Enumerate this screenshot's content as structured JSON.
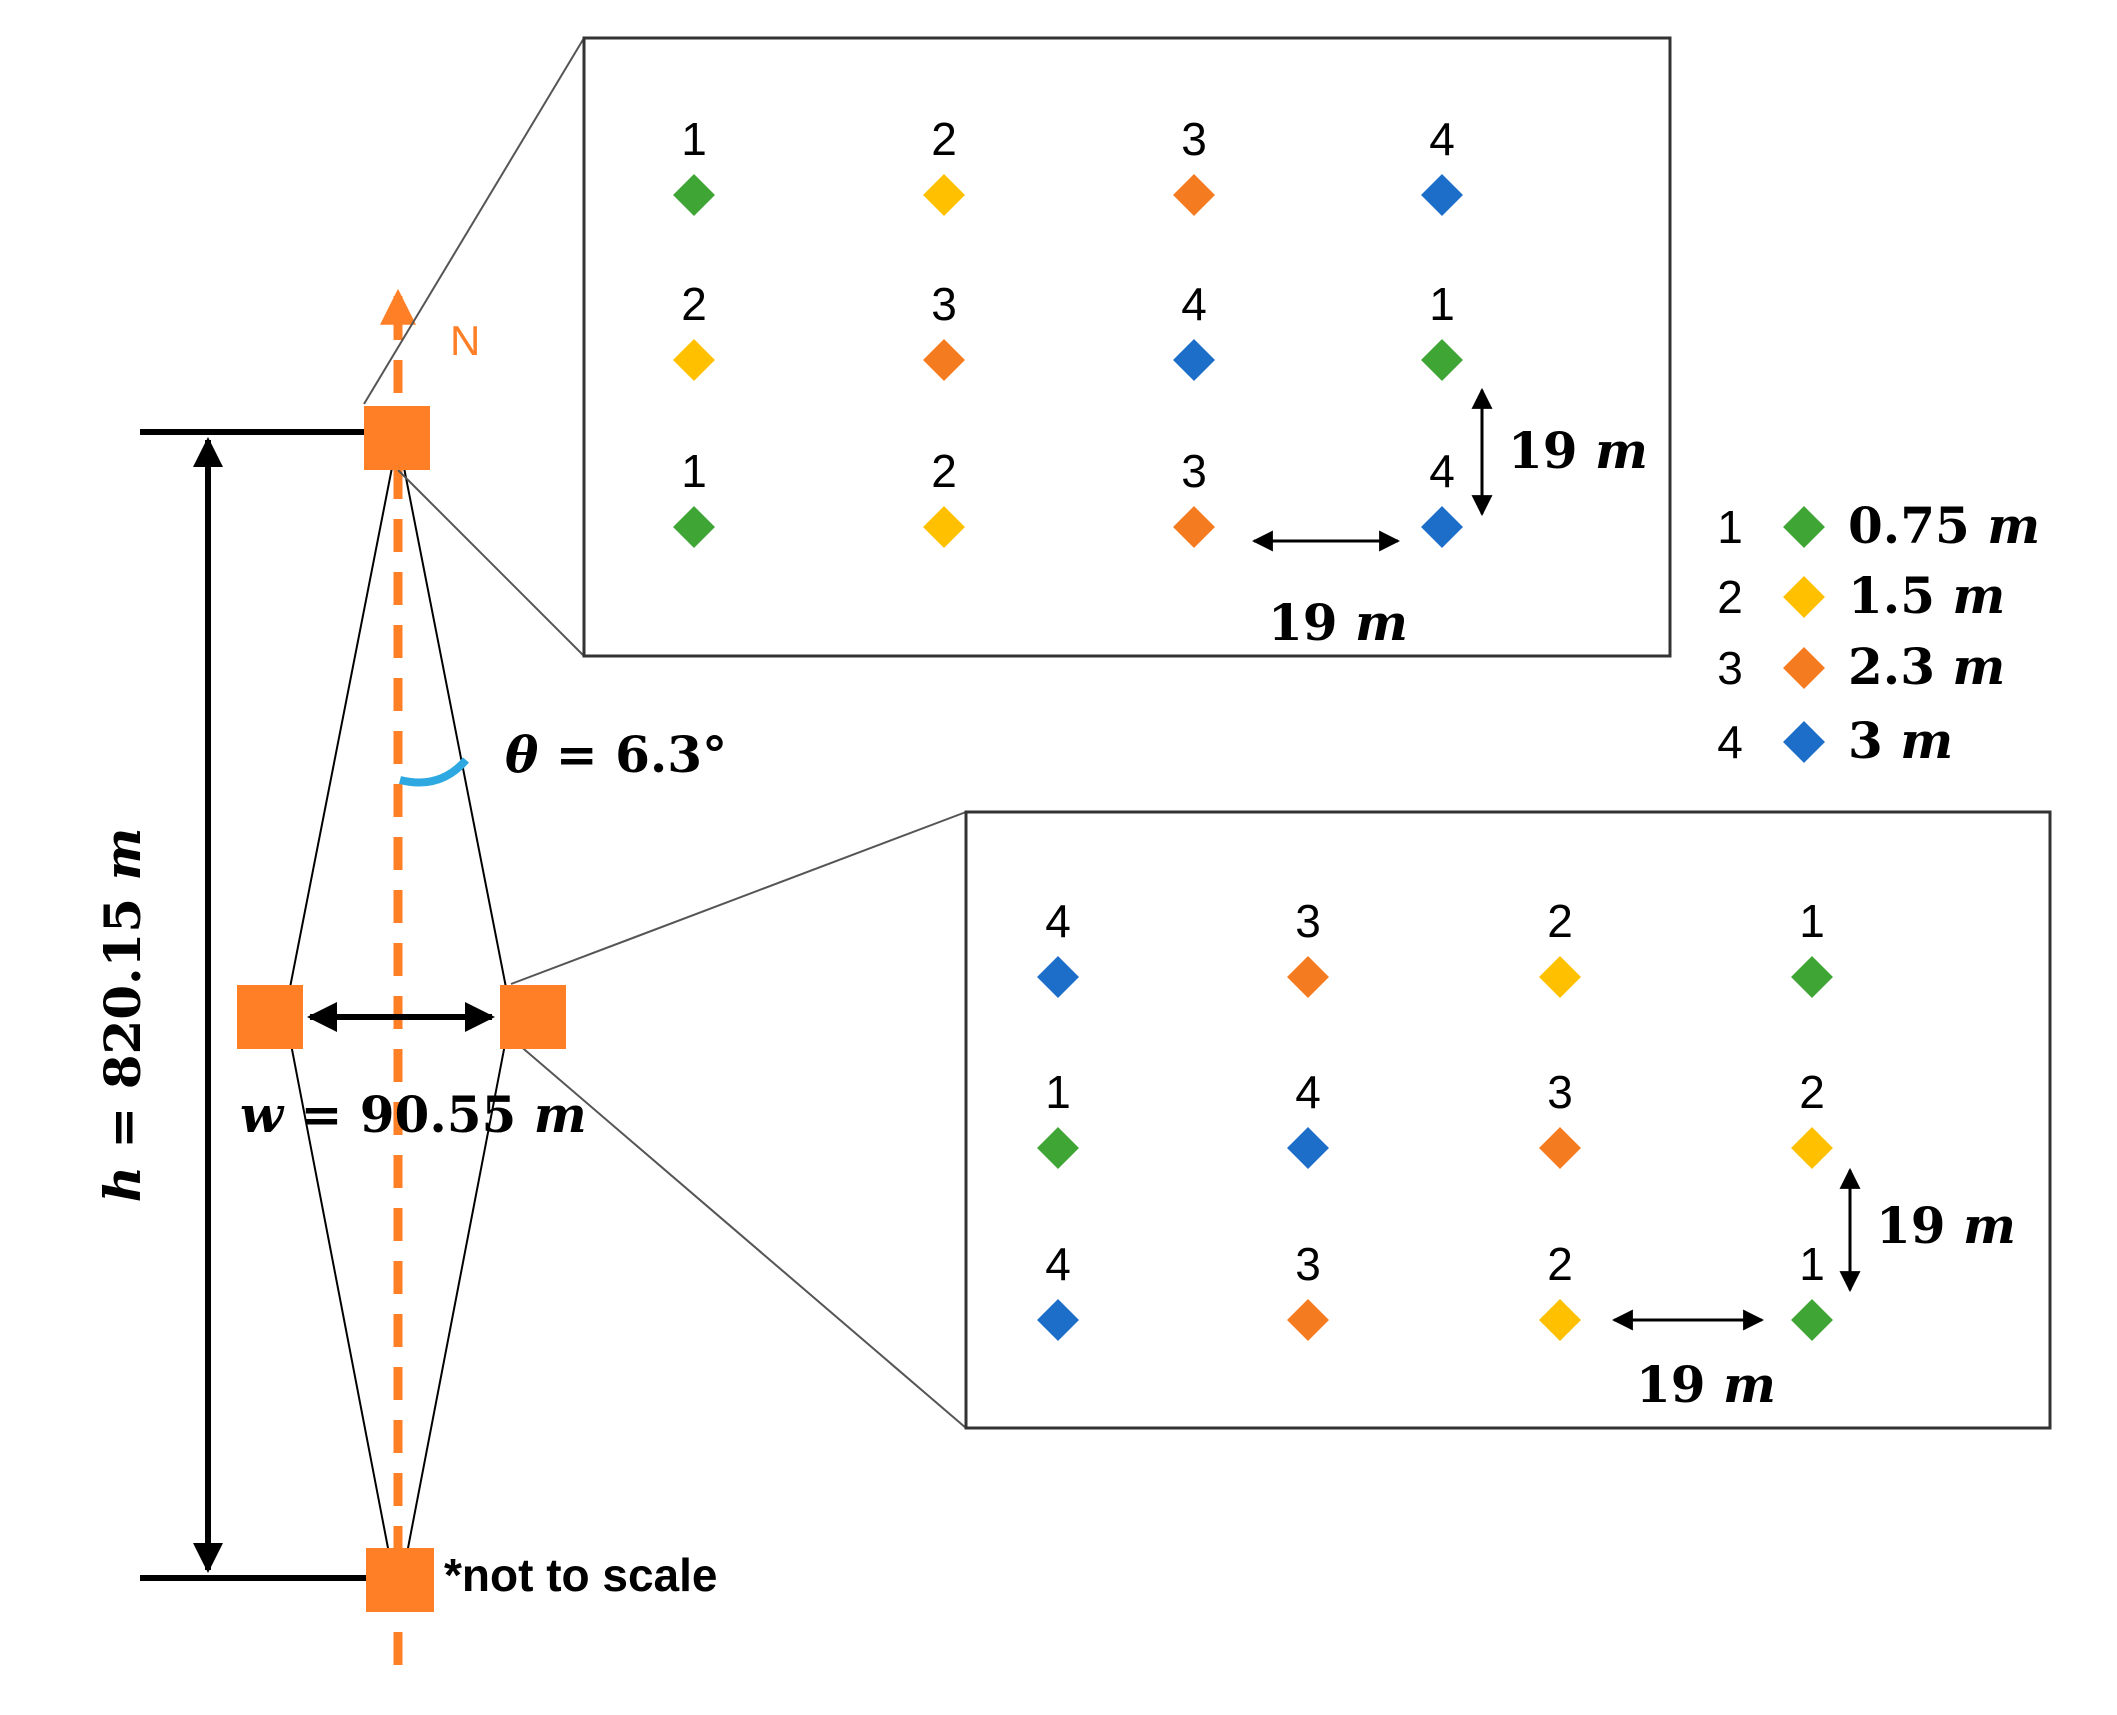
{
  "north_label": "N",
  "height_label": {
    "prefix": "h",
    "eq": " = ",
    "value": "820.15",
    "unit": "m"
  },
  "width_label": {
    "prefix": "w",
    "eq": " = ",
    "value": "90.55",
    "unit": "m"
  },
  "angle_label": {
    "symbol": "θ",
    "eq": " = ",
    "value": "6.3°"
  },
  "scale_note": "*not to scale",
  "colors": {
    "orange_marker": "#FF7F27",
    "type1": "#3FA535",
    "type2": "#FFC000",
    "type3": "#F47B20",
    "type4": "#1C6EC8",
    "angle_arc": "#2EA8E0"
  },
  "legend": [
    {
      "num": "1",
      "value": "0.75",
      "unit": "m",
      "color": "#3FA535"
    },
    {
      "num": "2",
      "value": "1.5",
      "unit": "m",
      "color": "#FFC000"
    },
    {
      "num": "3",
      "value": "2.3",
      "unit": "m",
      "color": "#F47B20"
    },
    {
      "num": "4",
      "value": "3",
      "unit": "m",
      "color": "#1C6EC8"
    }
  ],
  "top_grid": {
    "rows": [
      [
        "1",
        "2",
        "3",
        "4"
      ],
      [
        "2",
        "3",
        "4",
        "1"
      ],
      [
        "1",
        "2",
        "3",
        "4"
      ]
    ],
    "spacing_h": {
      "value": "19",
      "unit": "m"
    },
    "spacing_v": {
      "value": "19",
      "unit": "m"
    }
  },
  "bottom_grid": {
    "rows": [
      [
        "4",
        "3",
        "2",
        "1"
      ],
      [
        "1",
        "4",
        "3",
        "2"
      ],
      [
        "4",
        "3",
        "2",
        "1"
      ]
    ],
    "spacing_h": {
      "value": "19",
      "unit": "m"
    },
    "spacing_v": {
      "value": "19",
      "unit": "m"
    }
  }
}
